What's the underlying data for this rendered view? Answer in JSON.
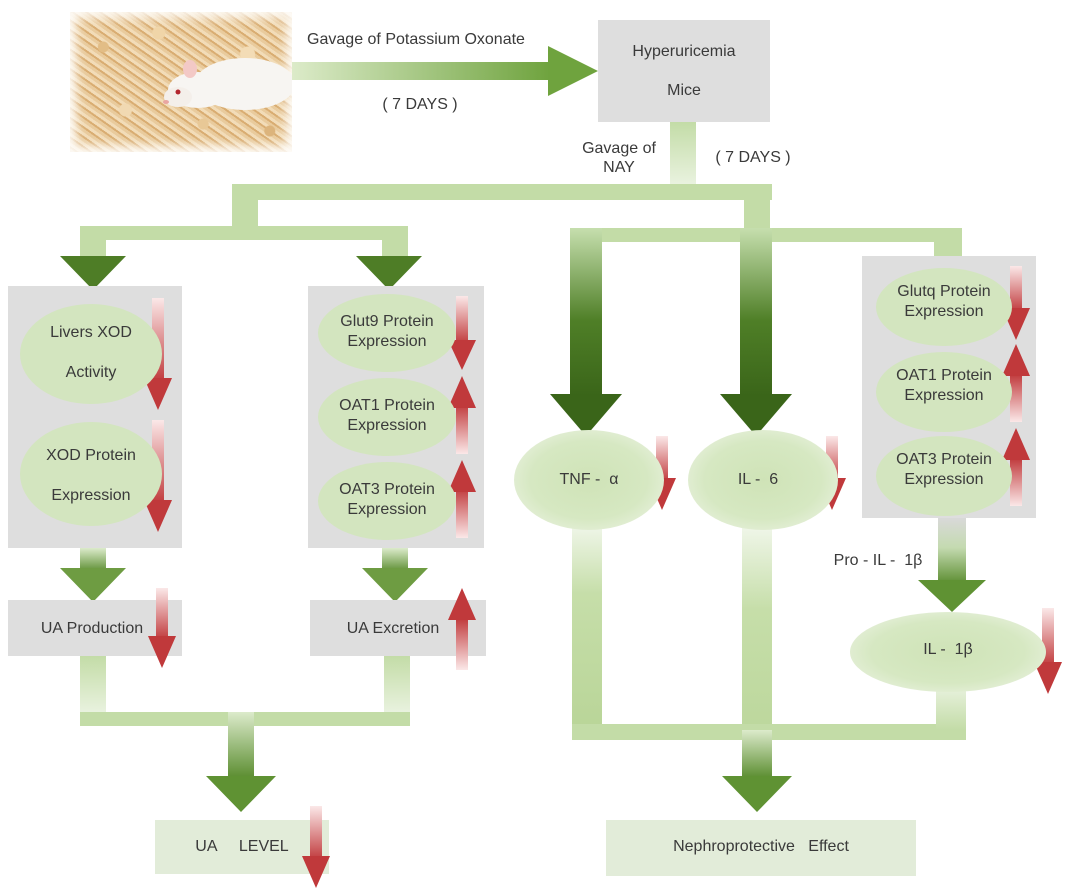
{
  "top": {
    "gavage_potassium": "Gavage of Potassium Oxonate",
    "days_1": "( 7   DAYS )",
    "hyperuricemia": "Hyperuricemia",
    "mice": "Mice",
    "gavage_nay_1": "Gavage of",
    "gavage_nay_2": "NAY",
    "days_2": "( 7   DAYS )"
  },
  "left_column": {
    "livers_xod_1": "Livers XOD",
    "livers_xod_2": "Activity",
    "xod_protein_1": "XOD Protein",
    "xod_protein_2": "Expression",
    "ua_production": "UA Production"
  },
  "middle_left_column": {
    "glut9_1": "Glut9 Protein",
    "glut9_2": "Expression",
    "oat1_1": "OAT1 Protein",
    "oat1_2": "Expression",
    "oat3_1": "OAT3 Protein",
    "oat3_2": "Expression",
    "ua_excretion": "UA Excretion"
  },
  "ua_level": "UA     LEVEL",
  "inflammation": {
    "tnf": "TNF -  α",
    "il6": "IL -  6",
    "pro_il1b": "Pro - IL -  1β",
    "il1b": "IL -  1β"
  },
  "right_column": {
    "glutq_1": "Glutq Protein",
    "glutq_2": "Expression",
    "oat1_1": "OAT1 Protein",
    "oat1_2": "Expression",
    "oat3_1": "OAT3 Protein",
    "oat3_2": "Expression"
  },
  "nephroprotective": "Nephroprotective   Effect",
  "colors": {
    "light_green": "#c3dca7",
    "dark_green": "#3f6a1e",
    "mid_green": "#6e9c42",
    "red_arrow": "#c0393b",
    "gray_box": "#dedede"
  }
}
